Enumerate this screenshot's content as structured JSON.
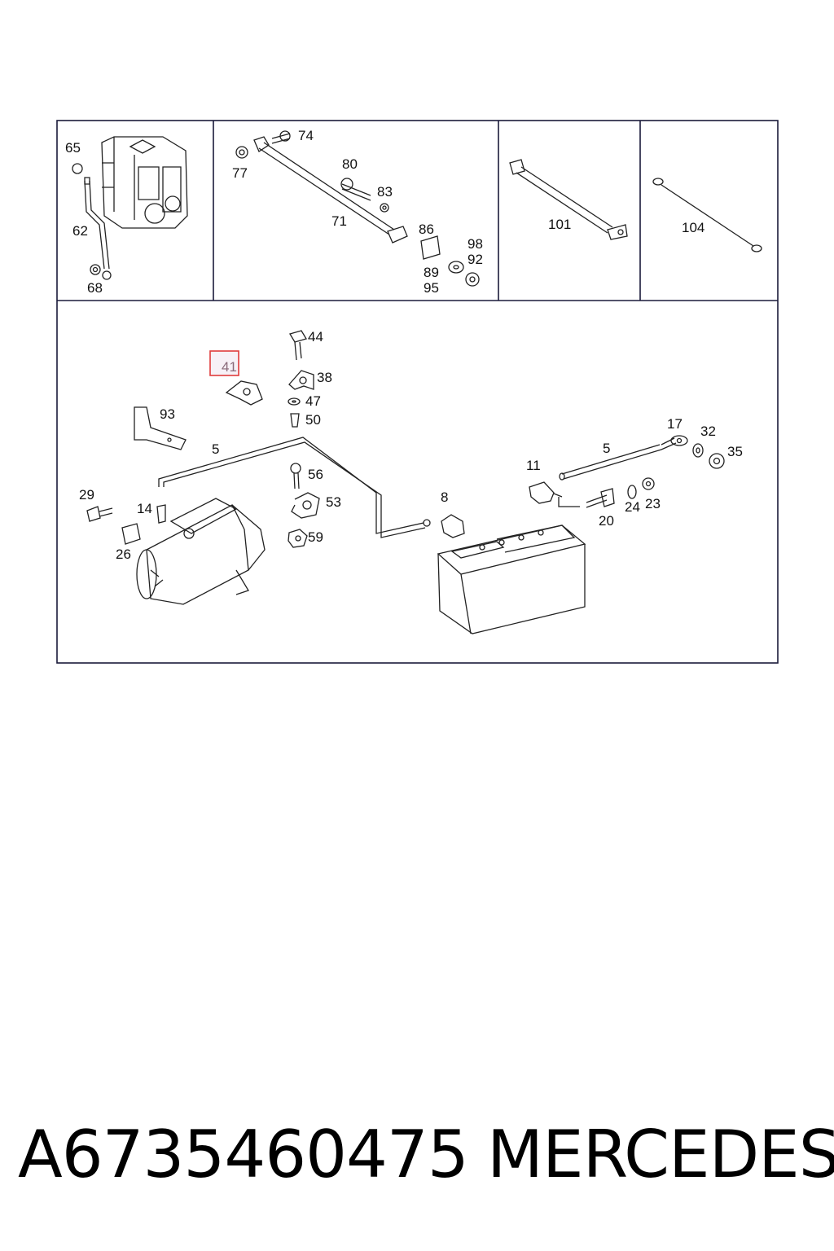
{
  "diagram": {
    "callouts": {
      "c65": "65",
      "c62": "62",
      "c68": "68",
      "c74": "74",
      "c77": "77",
      "c80": "80",
      "c83": "83",
      "c71": "71",
      "c86": "86",
      "c98": "98",
      "c92": "92",
      "c89": "89",
      "c95": "95",
      "c101": "101",
      "c104": "104",
      "c44": "44",
      "c41": "41",
      "c38": "38",
      "c47": "47",
      "c50": "50",
      "c93": "93",
      "c5a": "5",
      "c5b": "5",
      "c17": "17",
      "c32": "32",
      "c35": "35",
      "c11": "11",
      "c29": "29",
      "c14": "14",
      "c56": "56",
      "c53": "53",
      "c8": "8",
      "c20": "20",
      "c24": "24",
      "c23": "23",
      "c26": "26",
      "c59": "59"
    },
    "highlighted_callout": "41",
    "highlight_color": "#e03c3c"
  },
  "caption": {
    "part_number": "A6735460475",
    "brand": "MERCEDES"
  }
}
